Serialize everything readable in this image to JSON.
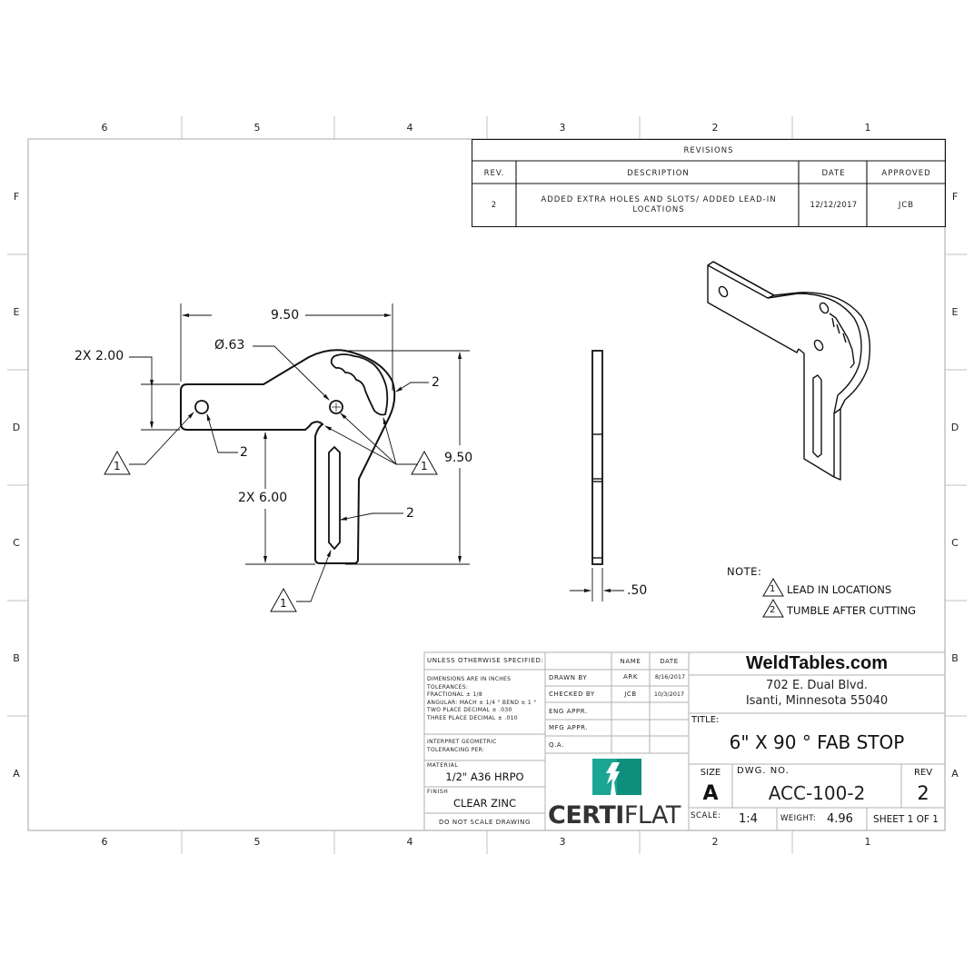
{
  "sheet": {
    "zones_horizontal": [
      "6",
      "5",
      "4",
      "3",
      "2",
      "1"
    ],
    "zones_vertical": [
      "F",
      "E",
      "D",
      "C",
      "B",
      "A"
    ]
  },
  "revisions": {
    "title": "REVISIONS",
    "headers": {
      "rev": "REV.",
      "description": "DESCRIPTION",
      "date": "DATE",
      "approved": "APPROVED"
    },
    "rows": [
      {
        "rev": "2",
        "description": "ADDED EXTRA HOLES AND SLOTS/ ADDED LEAD-IN LOCATIONS",
        "date": "12/12/2017",
        "approved": "JCB"
      }
    ]
  },
  "front_view": {
    "dim_overall_width": "9.50",
    "dim_overall_height": "9.50",
    "dim_hole_dia": "Ø.63",
    "dim_arm_width": "2X 2.00",
    "dim_leg_length": "2X 6.00",
    "callout_tumble": "2",
    "callout_lead_in": "1"
  },
  "side_view": {
    "dim_thickness": ".50"
  },
  "notes": {
    "label": "NOTE:",
    "items": [
      {
        "num": "1",
        "text": "LEAD IN LOCATIONS"
      },
      {
        "num": "2",
        "text": "TUMBLE AFTER CUTTING"
      }
    ]
  },
  "title_block": {
    "unless_specified": "UNLESS OTHERWISE SPECIFIED:",
    "tolerances": [
      "DIMENSIONS ARE IN INCHES",
      "TOLERANCES:",
      "FRACTIONAL ± 1/8",
      "ANGULAR: MACH ± 1/4 ° BEND ± 1 °",
      "TWO PLACE DECIMAL   ± .030",
      "THREE PLACE DECIMAL  ± .010"
    ],
    "interpret": [
      "INTERPRET GEOMETRIC",
      "TOLERANCING PER:"
    ],
    "material_label": "MATERIAL",
    "material_value": "1/2\" A36 HRPO",
    "finish_label": "FINISH",
    "finish_value": "CLEAR ZINC",
    "do_not_scale": "DO NOT SCALE DRAWING",
    "approvals_header": {
      "name": "NAME",
      "date": "DATE"
    },
    "approvals": [
      {
        "role": "DRAWN BY",
        "name": "ARK",
        "date": "8/16/2017"
      },
      {
        "role": "CHECKED BY",
        "name": "JCB",
        "date": "10/3/2017"
      },
      {
        "role": "ENG APPR.",
        "name": "",
        "date": ""
      },
      {
        "role": "MFG APPR.",
        "name": "",
        "date": ""
      },
      {
        "role": "Q.A.",
        "name": "",
        "date": ""
      }
    ],
    "logo": {
      "text_bold": "CERTI",
      "text_light": "FLAT",
      "color_primary": "#1aa594",
      "color_dark": "#0e8f7e",
      "text_color": "#333333"
    },
    "company": "WeldTables.com",
    "address_line1": "702 E. Dual Blvd.",
    "address_line2": "Isanti, Minnesota 55040",
    "title_label": "TITLE:",
    "title_value": "6\" X 90 ° FAB STOP",
    "size_label": "SIZE",
    "size_value": "A",
    "dwg_no_label": "DWG.  NO.",
    "dwg_no_value": "ACC-100-2",
    "rev_label": "REV",
    "rev_value": "2",
    "scale_label": "SCALE:",
    "scale_value": "1:4",
    "weight_label": "WEIGHT:",
    "weight_value": "4.96",
    "sheet": "SHEET 1 OF 1"
  }
}
